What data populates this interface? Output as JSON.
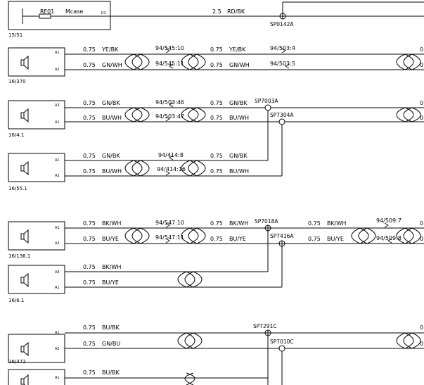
{
  "top_strip": {
    "fuse_label": "RF01",
    "case_label": "Mcase",
    "pin_label": "R1",
    "ref_label": "15/51",
    "wire_size": "2.5",
    "wire_color": "RD/BK",
    "splice_label": "SP0142A"
  },
  "blocks": [
    {
      "ref": "16/370",
      "pin_top": "A1",
      "pin_bot": "A2",
      "sz1": "0.75",
      "col1": "YE/BK",
      "sz2": "0.75",
      "col2": "GN/WH",
      "conn1": "94/545:10",
      "conn2": "94/545:11",
      "sz3": "0.75",
      "col3": "YE/BK",
      "sz4": "0.75",
      "col4": "GN/WH",
      "conn3": "94/503:4",
      "conn4": "94/503:5",
      "edge_top": "0",
      "edge_bot": "0"
    },
    {
      "ref": "16/4.1",
      "pin_top": "A3",
      "pin_bot": "A1",
      "sz1": "0.75",
      "col1": "GN/BK",
      "sz2": "0.75",
      "col2": "BU/WH",
      "conn1": "94/503:46",
      "conn2": "94/503:47",
      "sz3": "0.75",
      "col3": "GN/BK",
      "sz4": "0.75",
      "col4": "BU/WH",
      "sp1": "SP7003A",
      "sp2": "SP7304A",
      "edge_top": "0",
      "edge_bot": "0"
    },
    {
      "ref": "16/55.1",
      "pin_top": "A1",
      "pin_bot": "A2",
      "sz1": "0.75",
      "col1": "GN/BK",
      "sz2": "0.75",
      "col2": "BU/WH",
      "conn1": "94/414:8",
      "conn2": "94/414:16",
      "sz3": "0.75",
      "col3": "GN/BK",
      "sz4": "0.75",
      "col4": "BU/WH"
    },
    {
      "ref": "16/136.1",
      "pin_top": "A1",
      "pin_bot": "A2",
      "sz1": "0.75",
      "col1": "BK/WH",
      "sz2": "0.75",
      "col2": "BU/YE",
      "conn1": "94/547:10",
      "conn2": "94/547:11",
      "sz3": "0.75",
      "col3": "BK/WH",
      "sz4": "0.75",
      "col4": "BU/YE",
      "sp1": "SP7018A",
      "sp2": "SP7416A",
      "sz5": "0.75",
      "col5": "BK/WH",
      "sz6": "0.75",
      "col6": "BU/YE",
      "conn5": "94/509:7",
      "conn6": "94/509:8",
      "edge_top": "0",
      "edge_bot": "0"
    },
    {
      "ref": "16/6.1",
      "pin_top": "A3",
      "pin_bot": "A1",
      "sz1": "0.75",
      "col1": "BK/WH",
      "sz2": "0.75",
      "col2": "BU/YE"
    },
    {
      "ref": "16/372",
      "pin_top": "A1",
      "pin_bot": "A2",
      "sz1": "0.75",
      "col1": "BU/BK",
      "sz2": "0.75",
      "col2": "GN/BU",
      "sp1": "SP7291C",
      "sp2": "SP7010C",
      "edge_top": "0",
      "edge_bot": "0"
    },
    {
      "pin_top": "A1",
      "sz1": "0.75",
      "col1": "BU/BK"
    }
  ]
}
